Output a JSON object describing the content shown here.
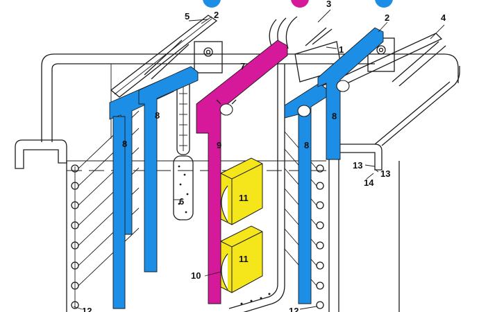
{
  "colors": {
    "blue": "#1d8ee6",
    "magenta": "#d6199a",
    "yellow": "#f5e51b",
    "outline": "#1a1a1a",
    "background": "#ffffff"
  },
  "top_markers": [
    {
      "id": "marker-left",
      "color": "#1d8ee6"
    },
    {
      "id": "marker-center",
      "color": "#d6199a"
    },
    {
      "id": "marker-right",
      "color": "#1d8ee6"
    }
  ],
  "labels": {
    "l1": "1",
    "l2a": "2",
    "l2b": "2",
    "l3": "3",
    "l4": "4",
    "l5": "5",
    "l6": "6",
    "l7": "7",
    "l8a": "8",
    "l8b": "8",
    "l8c": "8",
    "l8d": "8",
    "l9": "9",
    "l10": "10",
    "l11a": "11",
    "l11b": "11",
    "l12a": "12",
    "l12b": "12",
    "l13a": "13",
    "l13b": "13",
    "l14": "14"
  }
}
